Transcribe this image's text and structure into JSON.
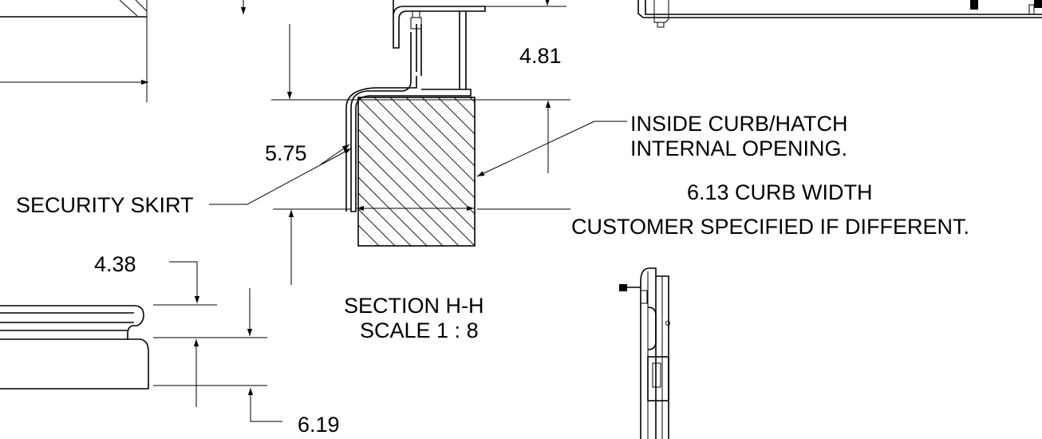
{
  "dimensions": {
    "d_4_81": "4.81",
    "d_5_75": "5.75",
    "d_4_38": "4.38",
    "d_6_19": "6.19"
  },
  "callouts": {
    "inside_curb_line1": "INSIDE CURB/HATCH",
    "inside_curb_line2": "INTERNAL OPENING.",
    "curb_width_line1": "6.13 CURB WIDTH",
    "curb_width_line2": "CUSTOMER SPECIFIED IF DIFFERENT.",
    "security_skirt": "SECURITY SKIRT"
  },
  "section": {
    "title": "SECTION H-H",
    "scale": "SCALE 1 : 8"
  }
}
